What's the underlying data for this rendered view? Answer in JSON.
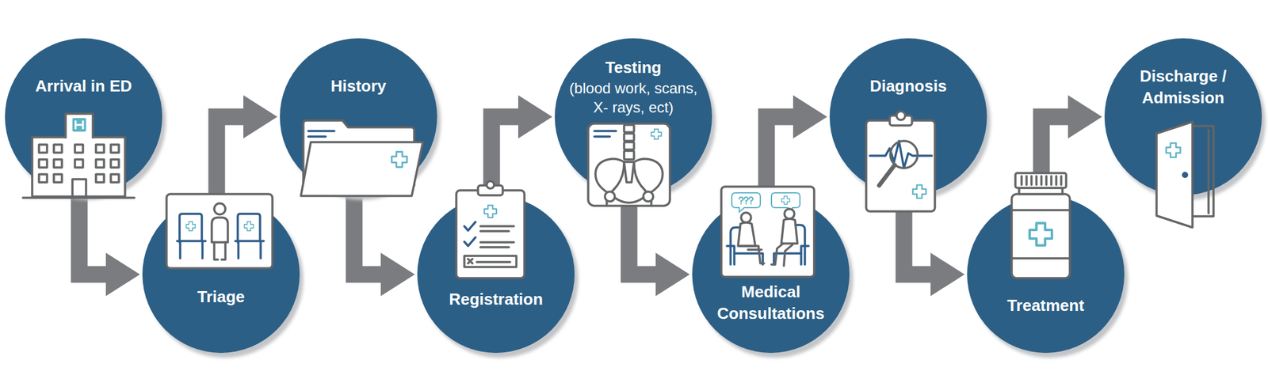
{
  "diagram": {
    "nodes": [
      {
        "text": [
          "Arrival in ED"
        ]
      },
      {
        "text": [
          "Triage"
        ]
      },
      {
        "text": [
          "History"
        ]
      },
      {
        "text": [
          "Registration"
        ]
      },
      {
        "text": [
          "Testing",
          "(blood work, scans, X- rays, ect)"
        ]
      },
      {
        "text": [
          "Medical Consultations"
        ]
      },
      {
        "text": [
          "Diagnosis"
        ]
      },
      {
        "text": [
          "Treatment"
        ]
      },
      {
        "text": [
          "Discharge / Admission"
        ]
      }
    ],
    "edges": [
      {
        "from": 0,
        "to": 1,
        "arrow": "to"
      },
      {
        "from": 1,
        "to": 2,
        "arrow": "to"
      },
      {
        "from": 2,
        "to": 3,
        "arrow": "to"
      },
      {
        "from": 3,
        "to": 4,
        "arrow": "to"
      },
      {
        "from": 4,
        "to": 5,
        "arrow": "to"
      },
      {
        "from": 5,
        "to": 6,
        "arrow": "to"
      },
      {
        "from": 6,
        "to": 7,
        "arrow": "to"
      },
      {
        "from": 7,
        "to": 8,
        "arrow": "to"
      }
    ]
  }
}
